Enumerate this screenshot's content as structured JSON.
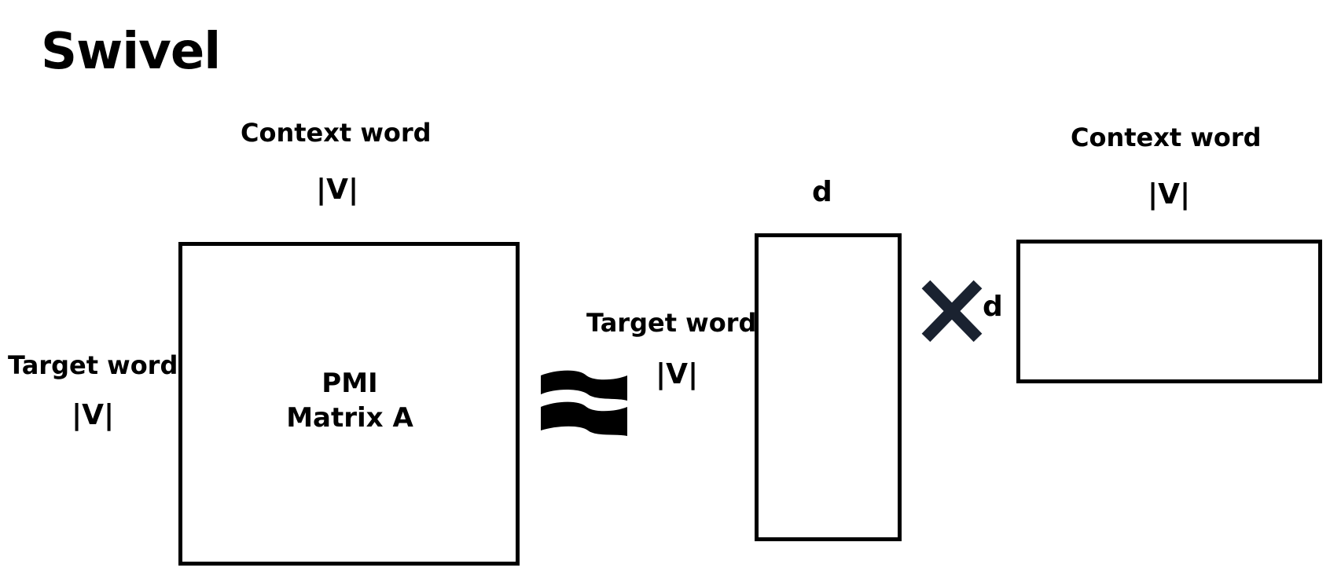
{
  "title": "Swivel",
  "matrix_a": {
    "top_label": "Context word",
    "top_dim": "|V|",
    "left_label": "Target word",
    "left_dim": "|V|",
    "name_line1": "PMI",
    "name_line2": "Matrix A"
  },
  "operator_approx": "approximately-equal-icon",
  "target_matrix": {
    "top_dim": "d",
    "left_label": "Target word",
    "left_dim": "|V|"
  },
  "operator_multiply": "multiply-icon",
  "context_matrix": {
    "top_label": "Context word",
    "top_dim": "|V|",
    "left_dim": "d"
  },
  "colors": {
    "stroke": "#000000",
    "multiply_sign": "#1a2230"
  }
}
